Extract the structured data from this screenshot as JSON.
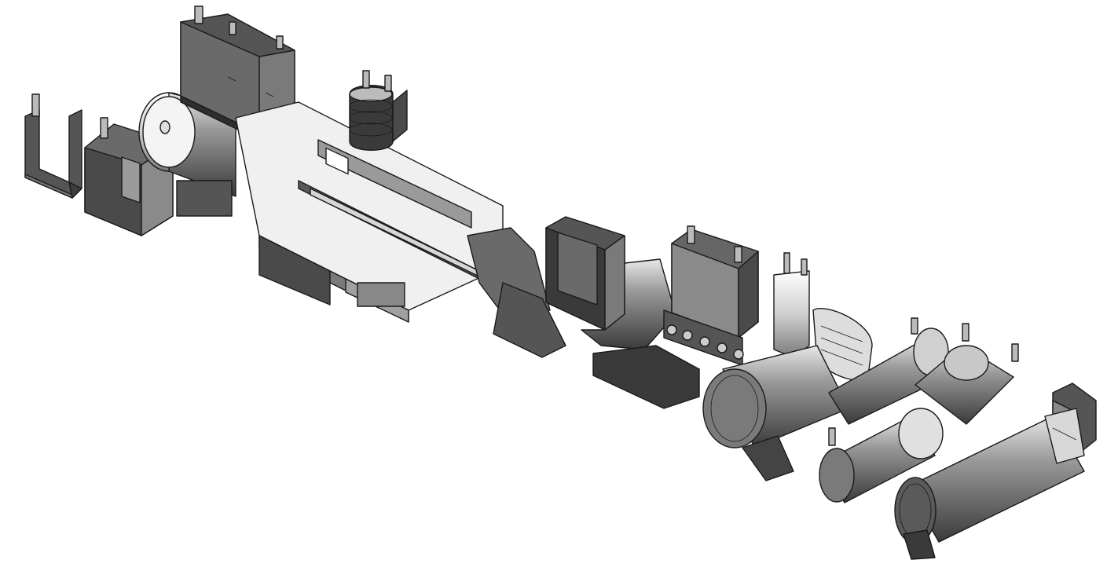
{
  "palette": {
    "background": "#ffffff",
    "outline": "#1a1a1a",
    "face_light": "#f2f2f2",
    "face_mid": "#a8a8a8",
    "face_dark": "#4a4a4a",
    "face_darkest": "#2e2e2e"
  },
  "components": [
    {
      "id": "air-duct-inlet",
      "kind": "U-channel duct"
    },
    {
      "id": "air-intake-box",
      "kind": "box housing"
    },
    {
      "id": "turbocharger",
      "kind": "cylindrical housing"
    },
    {
      "id": "intercooler-box",
      "kind": "box module"
    },
    {
      "id": "engine-block",
      "kind": "V-engine block"
    },
    {
      "id": "air-filter",
      "kind": "ribbed cylinder"
    },
    {
      "id": "exhaust-elbow-duct",
      "kind": "square duct with elbow"
    },
    {
      "id": "electronics-cabinet",
      "kind": "control unit"
    },
    {
      "id": "expansion-tank",
      "kind": "small vessel"
    },
    {
      "id": "main-silencer",
      "kind": "large cylinder"
    },
    {
      "id": "compressed-air-tank-1",
      "kind": "cylinder tank"
    },
    {
      "id": "compressed-air-tank-2",
      "kind": "cylinder tank"
    },
    {
      "id": "compressed-air-tank-3",
      "kind": "cylinder tank"
    },
    {
      "id": "compressed-air-tank-4",
      "kind": "cylinder tank"
    },
    {
      "id": "pump-assembly",
      "kind": "end assembly"
    }
  ]
}
